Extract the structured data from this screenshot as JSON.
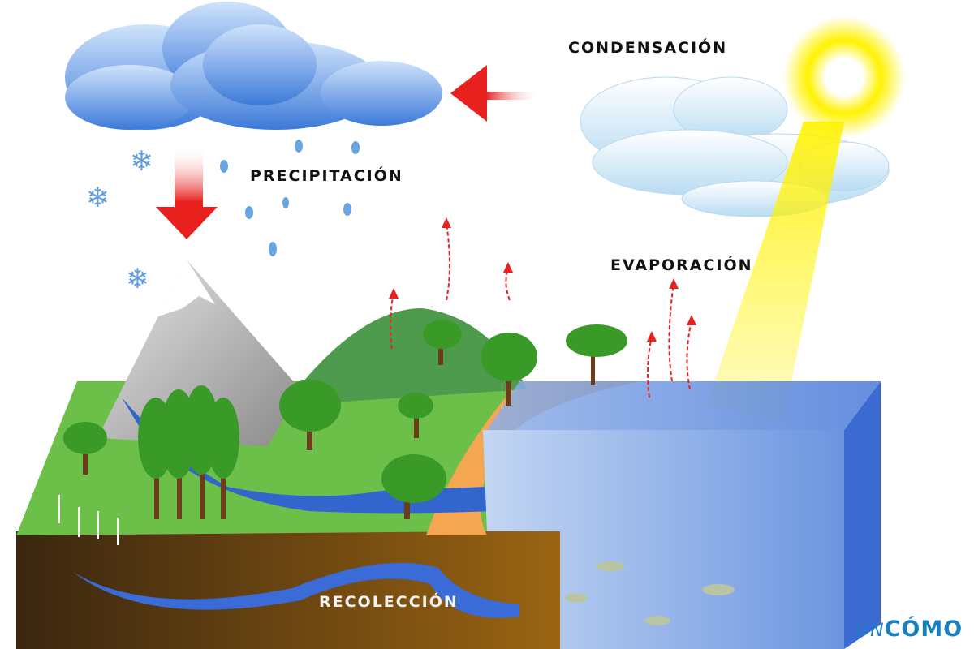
{
  "labels": {
    "condensation": "CONDENSACIÓN",
    "precipitation": "PRECIPITACIÓN",
    "evaporation": "EVAPORACIÓN",
    "collection": "RECOLECCIÓN"
  },
  "logo": {
    "text": "UNCOMO",
    "part1": "UN",
    "part2": "CÓMO"
  },
  "colors": {
    "arrow_red": "#e8201e",
    "sea_blue": "#7fa6e8",
    "grass_green": "#6cc04a",
    "soil_brown": "#5a3a12",
    "sun_yellow": "#fff200",
    "logo_blue": "#1a7fbf"
  }
}
